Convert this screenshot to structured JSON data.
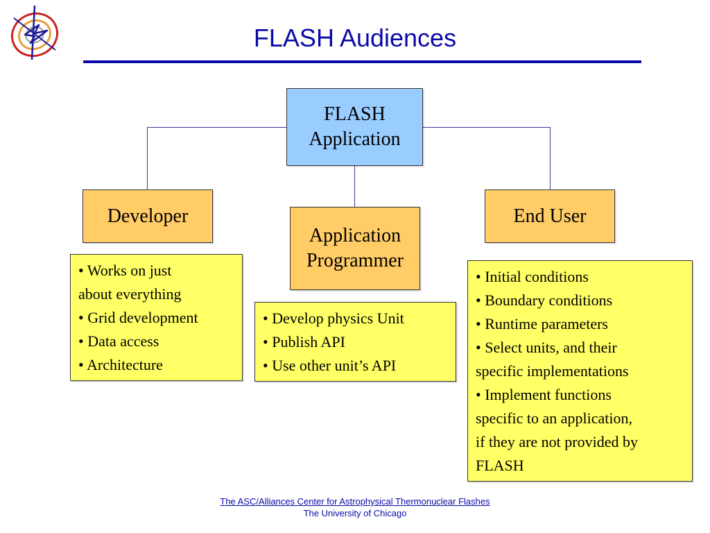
{
  "title": "FLASH Audiences",
  "colors": {
    "title": "#0a0aa8",
    "root_fill": "#99ccff",
    "role_fill": "#ffcc66",
    "note_fill": "#ffff66"
  },
  "diagram": {
    "root": {
      "line1": "FLASH",
      "line2": "Application"
    },
    "developer": {
      "label": "Developer",
      "bullets": [
        "• Works on just",
        "about everything",
        "• Grid development",
        "• Data access",
        "• Architecture"
      ]
    },
    "app_programmer": {
      "line1": "Application",
      "line2": "Programmer",
      "bullets": [
        "• Develop physics Unit",
        "• Publish API",
        "• Use other unit’s API"
      ]
    },
    "end_user": {
      "label": "End User",
      "bullets": [
        "• Initial conditions",
        "• Boundary conditions",
        "• Runtime parameters",
        "• Select units, and their",
        "specific implementations",
        "• Implement functions",
        "specific to an application,",
        "if they are not provided by",
        "FLASH"
      ]
    }
  },
  "footer": {
    "link": "The ASC/Alliances Center for Astrophysical Thermonuclear Flashes",
    "institution": "The University of Chicago"
  }
}
